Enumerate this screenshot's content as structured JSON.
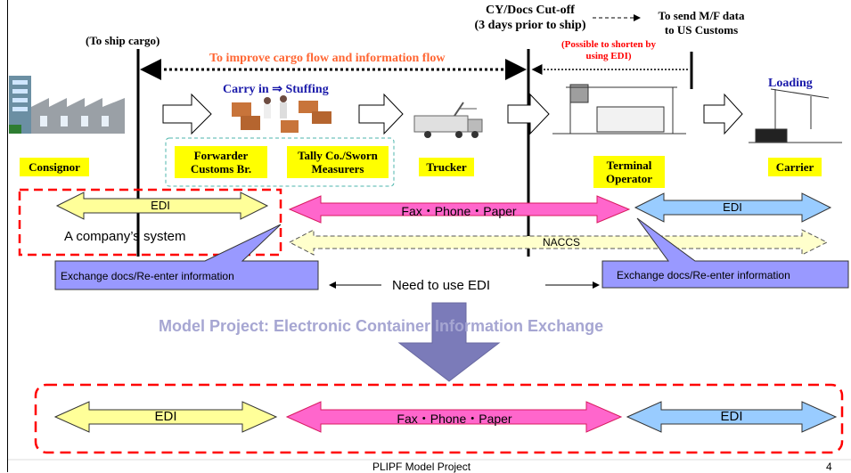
{
  "timeline": {
    "to_ship_cargo": "(To ship cargo)",
    "cutoff_line1": "CY/Docs Cut-off",
    "cutoff_line2": "(3 days prior to ship)",
    "send_mf_line1": "To send M/F data",
    "send_mf_line2": "to US Customs",
    "shorten_line1": "(Possible to shorten by",
    "shorten_line2": "using EDI)",
    "improve": "To improve cargo flow and information flow"
  },
  "process": {
    "carry_in": "Carry in",
    "carry_arrow": "⇒",
    "stuffing": "Stuffing",
    "loading": "Loading"
  },
  "parties": {
    "consignor": "Consignor",
    "forwarder_line1": "Forwarder",
    "forwarder_line2": "Customs Br.",
    "tally_line1": "Tally Co./Sworn",
    "tally_line2": "Measurers",
    "trucker": "Trucker",
    "terminal_line1": "Terminal",
    "terminal_line2": "Operator",
    "carrier": "Carrier"
  },
  "current": {
    "edi_left": "EDI",
    "fax": "Fax・Phone・Paper",
    "edi_right": "EDI",
    "naccs": "NACCS",
    "company_system": "A company’s system",
    "callout_left": "Exchange docs/Re-enter information",
    "callout_right": "Exchange docs/Re-enter information",
    "need_edi": "Need to use EDI"
  },
  "model": {
    "title": "Model Project: Electronic Container Information Exchange",
    "edi_left": "EDI",
    "fax": "Fax・Phone・Paper",
    "edi_right": "EDI"
  },
  "footer": {
    "title": "PLIPF Model Project",
    "page": "4"
  },
  "colors": {
    "edi_yellow": "#ffff99",
    "fax_pink": "#ff66cc",
    "edi_blue": "#99ccff",
    "naccs_cream": "#ffffcc",
    "callout_purple": "#9999ff",
    "highlight_red": "#ff0000",
    "model_title": "#a6a6d2"
  }
}
